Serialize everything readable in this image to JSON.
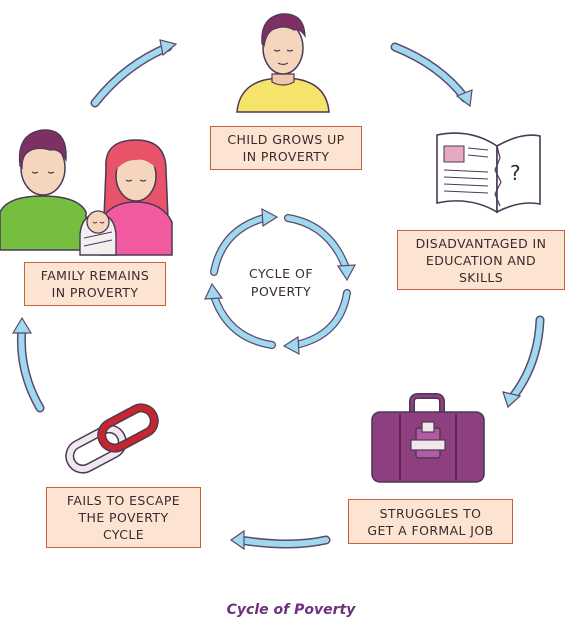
{
  "stages": {
    "child": {
      "line1": "CHILD GROWS UP",
      "line2": "IN PROVERTY"
    },
    "education": {
      "line1": "DISADVANTAGED IN",
      "line2": "EDUCATION AND",
      "line3": "SKILLS"
    },
    "job": {
      "line1": "STRUGGLES TO",
      "line2": "GET A FORMAL JOB"
    },
    "escape": {
      "line1": "FAILS TO ESCAPE",
      "line2": "THE POVERTY",
      "line3": "CYCLE"
    },
    "family": {
      "line1": "FAMILY REMAINS",
      "line2": "IN PROVERTY"
    }
  },
  "center": {
    "line1": "CYCLE OF",
    "line2": "POVERTY"
  },
  "caption": "Cycle of Poverty",
  "book_symbol": "?",
  "colors": {
    "arrow": "#9fd8ef",
    "arrow_outline": "#5b4a6b",
    "box_fill": "#fde4d2",
    "box_border": "#c7603f",
    "briefcase": "#8e3f80",
    "caption": "#6f2f7f"
  },
  "icons": [
    "child-icon",
    "book-icon",
    "briefcase-icon",
    "chain-icon",
    "family-icon"
  ]
}
